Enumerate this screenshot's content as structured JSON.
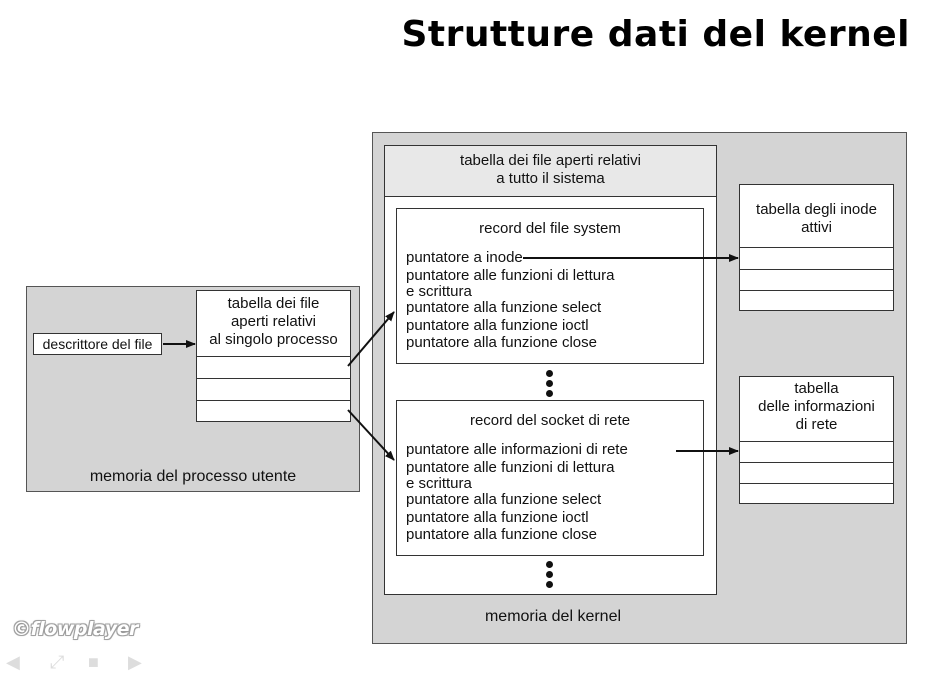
{
  "title": "Strutture dati del kernel",
  "user_region": {
    "label": "memoria del processo utente",
    "descriptor": "descrittore del file",
    "per_process_table": [
      "tabella dei file",
      "aperti relativi",
      "al singolo processo"
    ]
  },
  "kernel_region": {
    "label": "memoria del kernel",
    "system_table": [
      "tabella dei file aperti relativi",
      "a tutto il sistema"
    ],
    "fs_record": {
      "title": "record del file system",
      "lines": [
        "puntatore a inode",
        "puntatore alle funzioni di lettura",
        "e scrittura",
        "puntatore alla funzione select",
        "puntatore alla funzione ioctl",
        "puntatore alla funzione close"
      ]
    },
    "socket_record": {
      "title": "record del socket di rete",
      "lines": [
        "puntatore alle informazioni di rete",
        "puntatore alle funzioni di lettura",
        "e scrittura",
        "puntatore alla funzione select",
        "puntatore alla funzione ioctl",
        "puntatore alla funzione close"
      ]
    }
  },
  "inode_table": [
    "tabella degli inode",
    "attivi"
  ],
  "network_table": [
    "tabella",
    "delle informazioni",
    "di rete"
  ],
  "player": {
    "brand": "©flowplayer",
    "icons": [
      "prev-icon",
      "fullscreen-icon",
      "stop-icon",
      "next-icon"
    ]
  },
  "colors": {
    "region": "#d4d4d4",
    "box": "#ffffff",
    "header": "#e8e8e8"
  }
}
